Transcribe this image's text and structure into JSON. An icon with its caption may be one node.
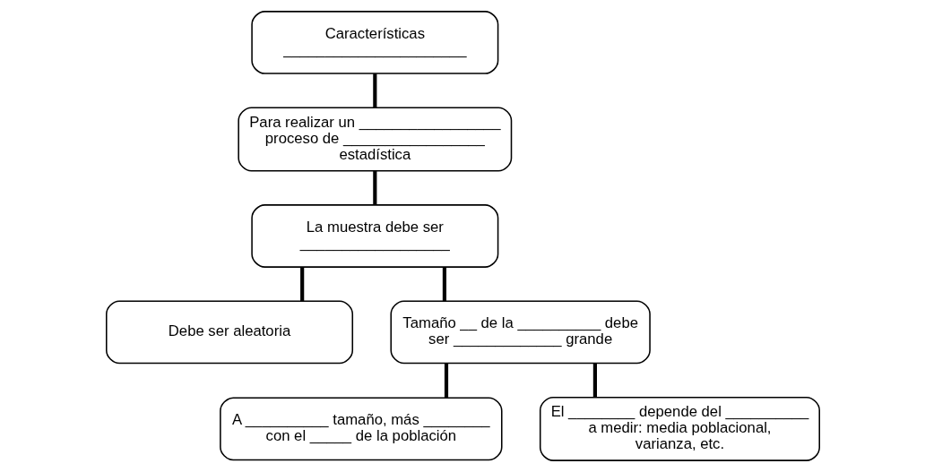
{
  "diagram": {
    "nodes": [
      {
        "text": [
          "Características ______________________"
        ]
      },
      {
        "text": [
          "Para realizar un _________________ proceso de _________________ estadística"
        ]
      },
      {
        "text": [
          "La muestra debe ser __________________"
        ]
      },
      {
        "text": [
          "Debe ser aleatoria"
        ]
      },
      {
        "text": [
          "Tamaño __ de la __________ debe ser _____________ grande"
        ]
      },
      {
        "text": [
          "A __________ tamaño, más ________ con el _____ de la población"
        ]
      },
      {
        "text": [
          "El ________ depende del __________ a medir: media poblacional, varianza, etc."
        ]
      }
    ],
    "edges": [
      {
        "from": 0,
        "to": 1,
        "arrow": "none"
      },
      {
        "from": 1,
        "to": 2,
        "arrow": "none"
      },
      {
        "from": 2,
        "to": 3,
        "arrow": "none"
      },
      {
        "from": 2,
        "to": 4,
        "arrow": "none"
      },
      {
        "from": 4,
        "to": 5,
        "arrow": "none"
      },
      {
        "from": 4,
        "to": 6,
        "arrow": "none"
      }
    ]
  }
}
